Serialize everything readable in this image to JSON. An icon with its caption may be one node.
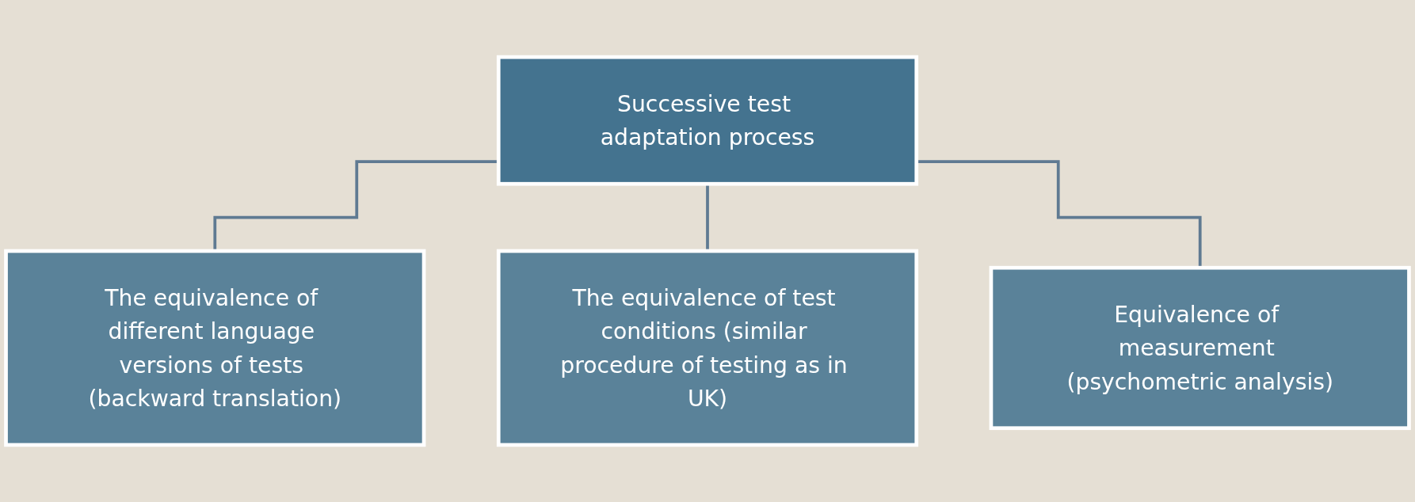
{
  "diagram": {
    "nodes": [
      {
        "text": [
          "Successive test adaptation process"
        ]
      },
      {
        "text": [
          "The equivalence of different language versions of tests (backward translation)"
        ]
      },
      {
        "text": [
          "The equivalence of test conditions (similar procedure of testing as in UK)"
        ]
      },
      {
        "text": [
          "Equivalence of measurement (psychometric analysis)"
        ]
      }
    ],
    "edges": [
      {
        "from": 0,
        "to": 1,
        "arrow": "none"
      },
      {
        "from": 0,
        "to": 2,
        "arrow": "none"
      },
      {
        "from": 0,
        "to": 3,
        "arrow": "none"
      }
    ]
  }
}
